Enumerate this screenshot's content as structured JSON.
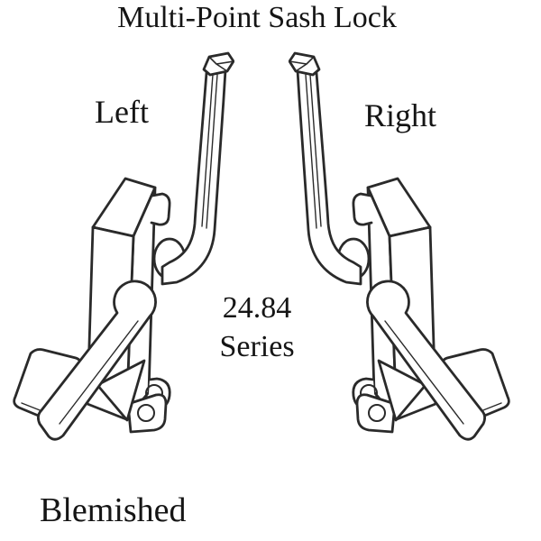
{
  "page": {
    "background": "#ffffff",
    "line_color": "#2a2a2a",
    "text_color": "#151515"
  },
  "header": {
    "title": "Multi-Point Sash Lock"
  },
  "diagram": {
    "left_label": "Left",
    "right_label": "Right",
    "series_line1": "24.84",
    "series_line2": "Series"
  },
  "footer": {
    "condition": "Blemished"
  }
}
